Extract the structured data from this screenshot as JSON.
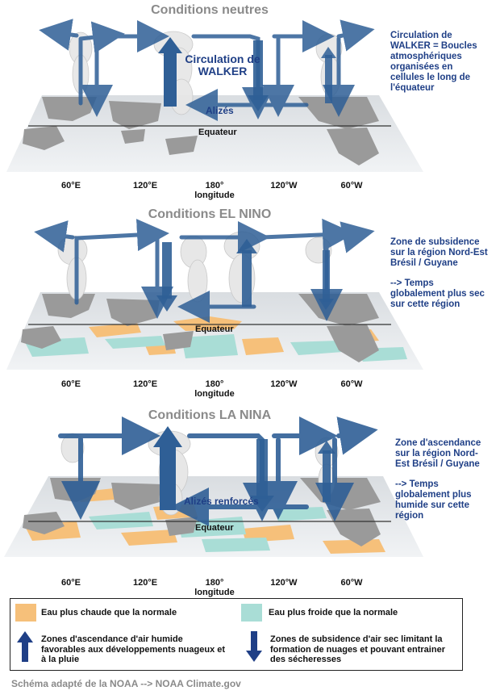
{
  "panels": [
    {
      "title": "Conditions neutres",
      "side_text": [
        "Circulation de WALKER = Boucles atmosphériques organisées en cellules le long de l'équateur"
      ],
      "center_label": "Circulation de WALKER",
      "trade_label": "Alizés",
      "equator_label": "Equateur"
    },
    {
      "title": "Conditions EL NINO",
      "side_text": [
        "Zone de subsidence sur la région Nord-Est Brésil / Guyane",
        "--> Temps globalement plus sec sur cette région"
      ],
      "equator_label": "Equateur"
    },
    {
      "title": "Conditions LA NINA",
      "side_text": [
        "Zone d'ascendance sur la région Nord-Est Brésil / Guyane",
        "--> Temps globalement plus humide sur cette région"
      ],
      "trade_label": "Alizés renforcés",
      "equator_label": "Equateur"
    }
  ],
  "axis": {
    "ticks": [
      "60°E",
      "120°E",
      "180°",
      "120°W",
      "60°W"
    ],
    "label": "longitude"
  },
  "legend": {
    "warm": "Eau plus chaude que la normale",
    "cold": "Eau plus froide que la normale",
    "ascend": "Zones d'ascendance d'air humide favorables aux développements nuageux et à la pluie",
    "subside": "Zones de subsidence d'air sec limitant la formation de nuages et pouvant entrainer des sécheresses"
  },
  "footer": "Schéma adapté de la NOAA --> NOAA Climate.gov",
  "colors": {
    "warm": "#f6c07a",
    "cold": "#a9ddd6",
    "arrow": "#2f5f96",
    "text_blue": "#1f3f86",
    "title_gray": "#8a8a8a",
    "land": "#9a9a9a",
    "ocean": "#e8ebee"
  }
}
